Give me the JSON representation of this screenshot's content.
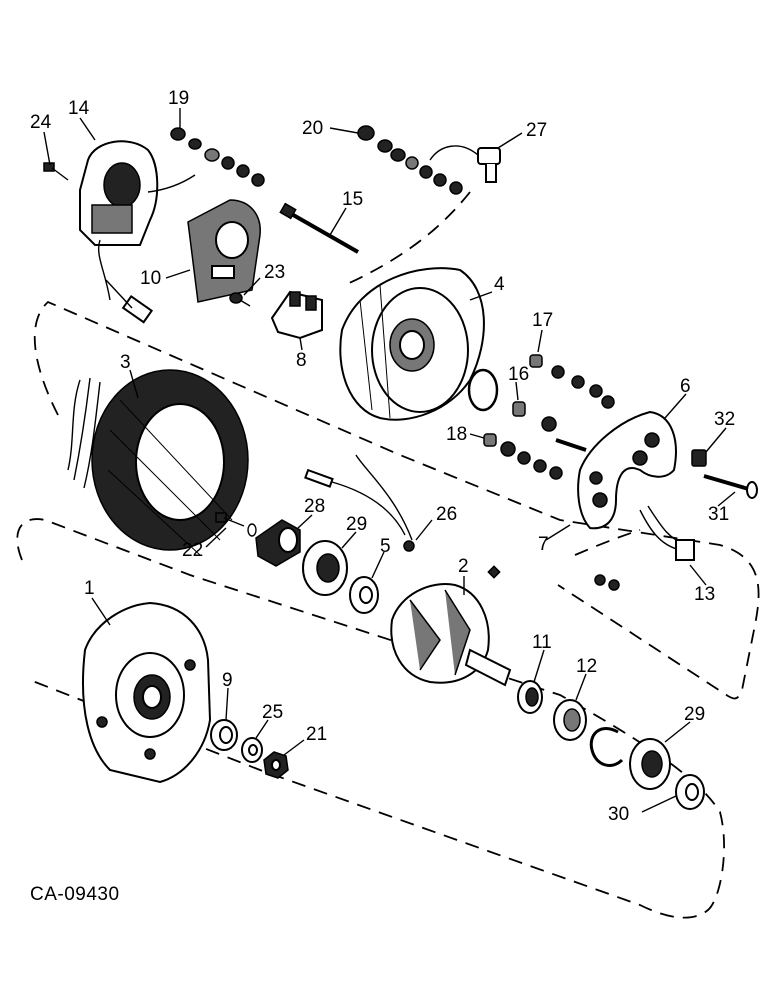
{
  "drawing_code": "CA-09430",
  "callouts": [
    "24",
    "14",
    "19",
    "20",
    "27",
    "15",
    "10",
    "23",
    "4",
    "8",
    "17",
    "3",
    "16",
    "6",
    "32",
    "18",
    "31",
    "28",
    "26",
    "22",
    "29",
    "5",
    "7",
    "13",
    "2",
    "1",
    "11",
    "12",
    "9",
    "25",
    "21",
    "29",
    "30"
  ]
}
